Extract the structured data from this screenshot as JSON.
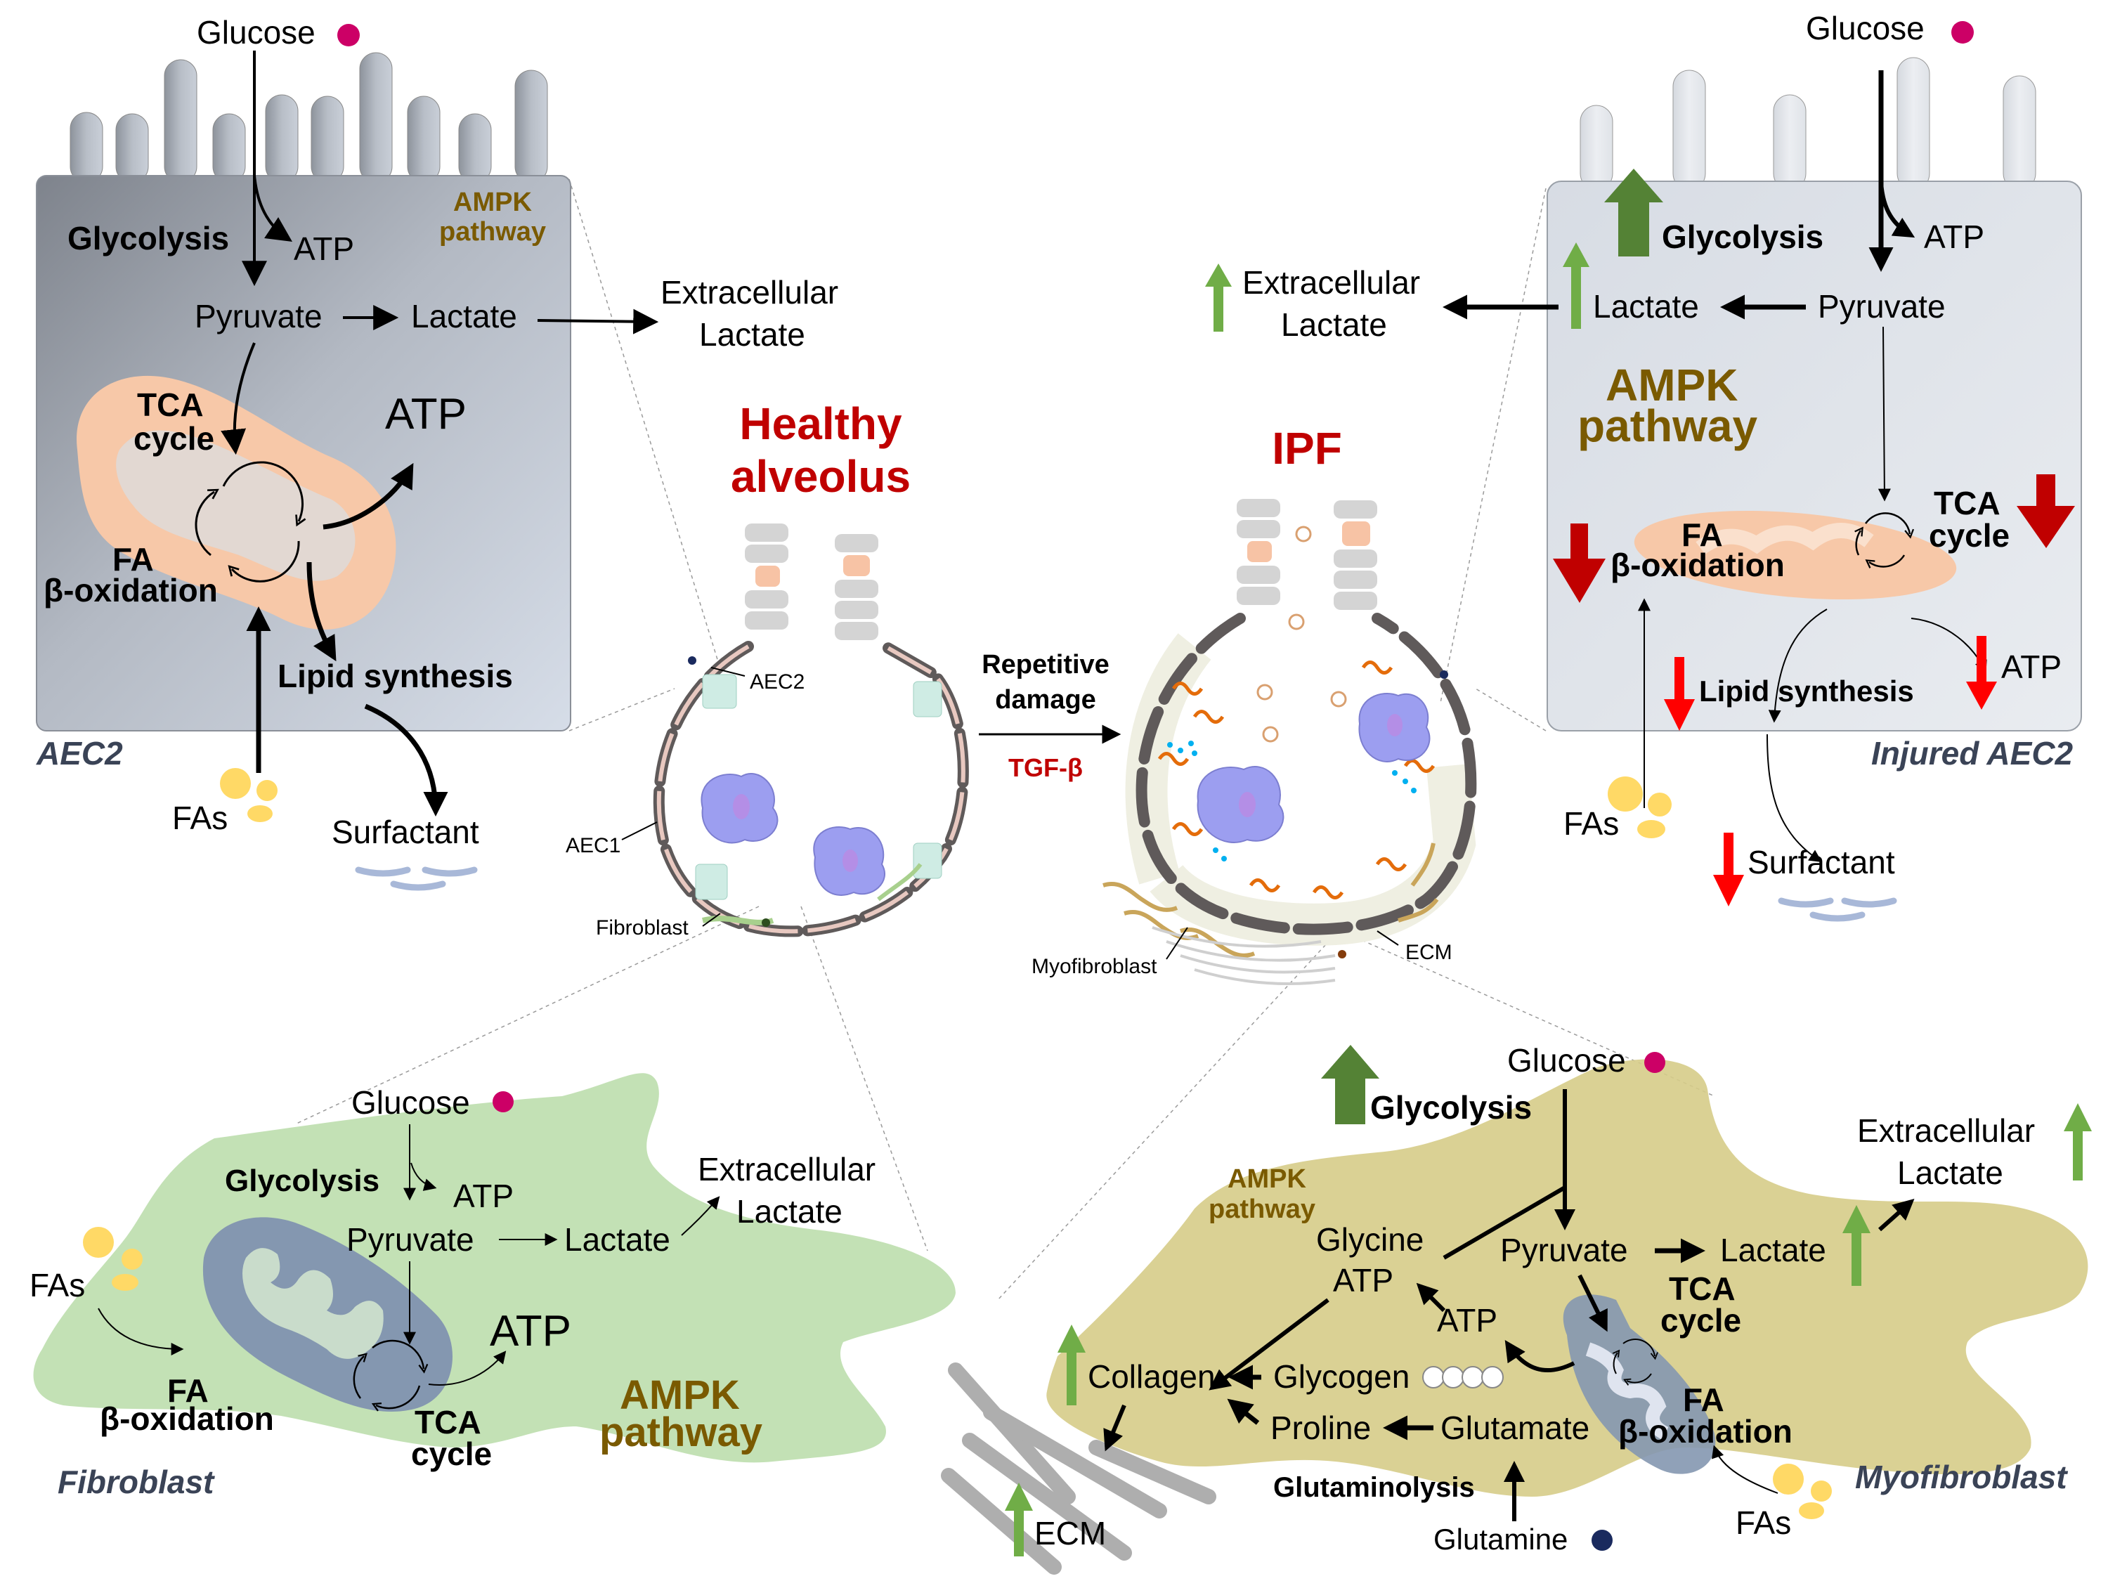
{
  "figure": {
    "center": {
      "healthy_title_line1": "Healthy",
      "healthy_title_line2": "alveolus",
      "ipf_title": "IPF",
      "transition_line1": "Repetitive",
      "transition_line2": "damage",
      "transition_factor": "TGF-β",
      "labels": {
        "aec2": "AEC2",
        "aec1": "AEC1",
        "fibroblast": "Fibroblast",
        "myofibroblast": "Myofibroblast",
        "ecm": "ECM"
      }
    },
    "aec2": {
      "cell_label": "AEC2",
      "glucose": "Glucose",
      "glycolysis": "Glycolysis",
      "atp_glycolysis": "ATP",
      "ampk_line1": "AMPK",
      "ampk_line2": "pathway",
      "pyruvate": "Pyruvate",
      "lactate": "Lactate",
      "extracellular_line1": "Extracellular",
      "extracellular_line2": "Lactate",
      "tca_line1": "TCA",
      "tca_line2": "cycle",
      "atp_mito": "ATP",
      "fa_line1": "FA",
      "fa_line2": "β-oxidation",
      "lipid_synthesis": "Lipid synthesis",
      "fas": "FAs",
      "surfactant": "Surfactant"
    },
    "injured_aec2": {
      "cell_label": "Injured AEC2",
      "glucose": "Glucose",
      "glycolysis": "Glycolysis",
      "glycolysis_trend": "up",
      "atp_glycolysis": "ATP",
      "pyruvate": "Pyruvate",
      "lactate": "Lactate",
      "lactate_trend": "up",
      "extracellular_line1": "Extracellular",
      "extracellular_line2": "Lactate",
      "extracellular_trend": "up",
      "ampk_line1": "AMPK",
      "ampk_line2": "pathway",
      "fa_line1": "FA",
      "fa_line2": "β-oxidation",
      "fa_trend": "down",
      "tca_line1": "TCA",
      "tca_line2": "cycle",
      "tca_trend": "down",
      "atp_mito": "ATP",
      "atp_trend": "down",
      "lipid_synthesis": "Lipid synthesis",
      "lipid_trend": "down",
      "fas": "FAs",
      "surfactant": "Surfactant",
      "surfactant_trend": "down"
    },
    "fibroblast": {
      "cell_label": "Fibroblast",
      "glucose": "Glucose",
      "glycolysis": "Glycolysis",
      "atp_glycolysis": "ATP",
      "pyruvate": "Pyruvate",
      "lactate": "Lactate",
      "extracellular_line1": "Extracellular",
      "extracellular_line2": "Lactate",
      "fas": "FAs",
      "fa_line1": "FA",
      "fa_line2": "β-oxidation",
      "atp_mito": "ATP",
      "tca_line1": "TCA",
      "tca_line2": "cycle",
      "ampk_line1": "AMPK",
      "ampk_line2": "pathway"
    },
    "myofibroblast": {
      "cell_label": "Myofibroblast",
      "glucose": "Glucose",
      "glycolysis": "Glycolysis",
      "glycolysis_trend": "up",
      "ampk_line1": "AMPK",
      "ampk_line2": "pathway",
      "glycine": "Glycine",
      "atp_glycine": "ATP",
      "pyruvate": "Pyruvate",
      "lactate": "Lactate",
      "lactate_trend": "up",
      "extracellular_line1": "Extracellular",
      "extracellular_line2": "Lactate",
      "extracellular_trend": "up",
      "atp_mito": "ATP",
      "tca_line1": "TCA",
      "tca_line2": "cycle",
      "collagen": "Collagen",
      "collagen_trend": "up",
      "glycogen": "Glycogen",
      "proline": "Proline",
      "glutamate": "Glutamate",
      "fa_line1": "FA",
      "fa_line2": "β-oxidation",
      "glutaminolysis": "Glutaminolysis",
      "glutamine": "Glutamine",
      "fas": "FAs",
      "ecm": "ECM",
      "ecm_trend": "up"
    },
    "colors": {
      "glucose_dot": "#cc0066",
      "glutamine_dot": "#1a2a5e",
      "up_arrow_dark": "#548235",
      "up_arrow_light": "#70ad47",
      "down_arrow_dark": "#c00000",
      "down_arrow_bright": "#ff0000",
      "ampk_text": "#7a5a00",
      "title_red": "#c00000",
      "fa_droplet": "#ffd966"
    }
  }
}
